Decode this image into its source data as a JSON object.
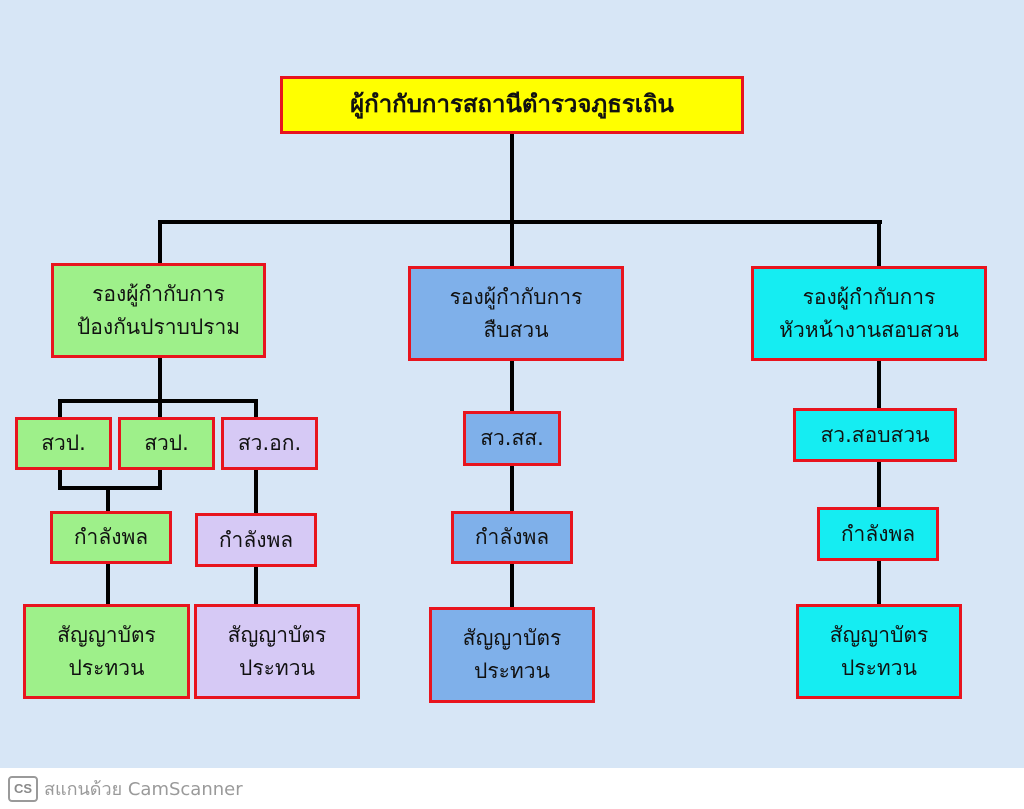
{
  "colors": {
    "background": "#d7e6f6",
    "border": "#e8141e",
    "top": "#ffff00",
    "suppression": "#9ef08a",
    "crime_prevention": "#d6c9f5",
    "investigation": "#7fb0ea",
    "inquiry": "#15edf2"
  },
  "diagram": {
    "top": "ผู้กำกับการสถานีตำรวจภูธรเถิน",
    "deputies": {
      "suppression": [
        "รองผู้กำกับการ",
        "ป้องกันปราบปราม"
      ],
      "investigation": [
        "รองผู้กำกับการ",
        "สืบสวน"
      ],
      "inquiry": [
        "รองผู้กำกับการ",
        "หัวหน้างานสอบสวน"
      ]
    },
    "units": {
      "svp1": "สวป.",
      "svp2": "สวป.",
      "svok": "สว.อก.",
      "svss": "สว.สส.",
      "svsobsuan": "สว.สอบสวน"
    },
    "manpower": "กำลังพล",
    "roster": [
      "สัญญาบัตร",
      "ประทวน"
    ]
  },
  "watermark": {
    "logo": "CS",
    "text": "สแกนด้วย CamScanner"
  }
}
